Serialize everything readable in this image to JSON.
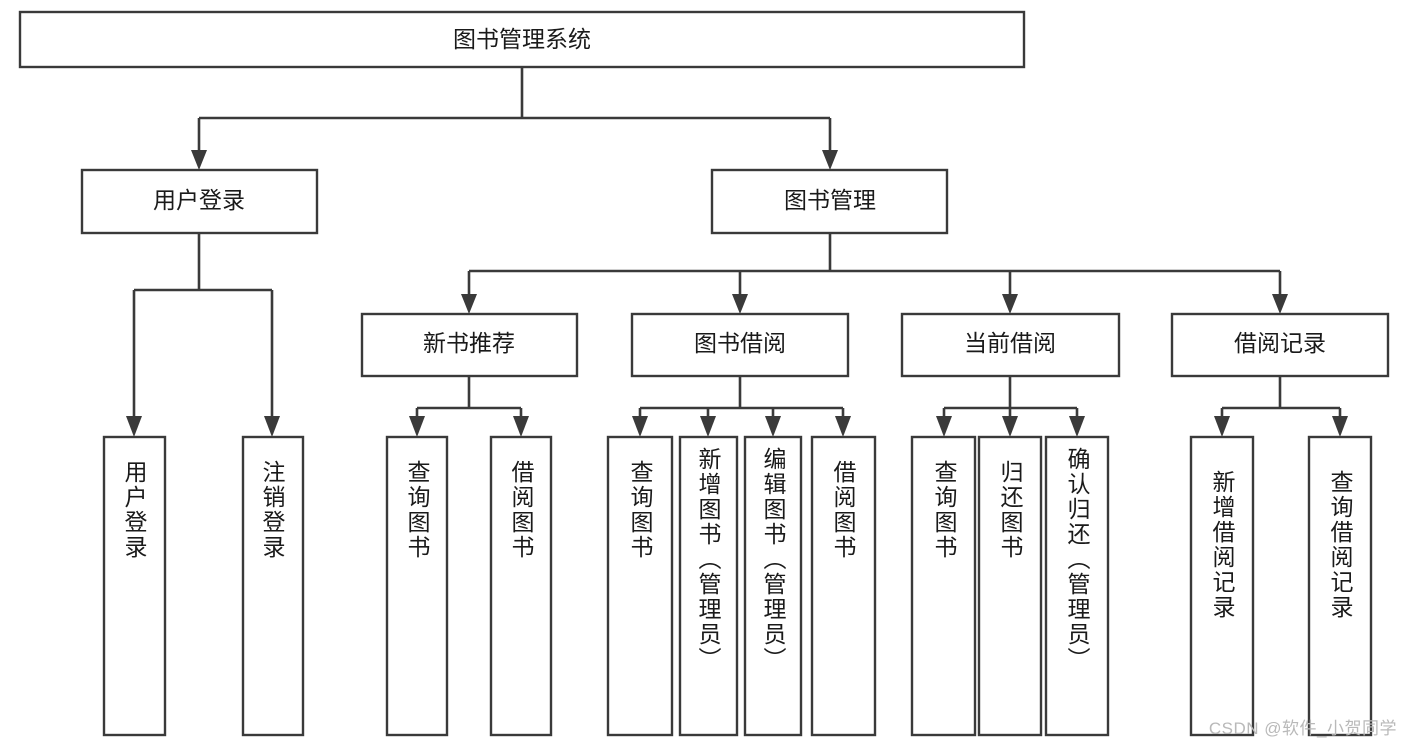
{
  "diagram": {
    "title": "图书管理系统",
    "type": "tree-hierarchy",
    "orientation": "top-down",
    "theme": {
      "background": "#ffffff",
      "box_fill": "#ffffff",
      "box_stroke": "#3a3a3a",
      "connector_stroke": "#3a3a3a",
      "text_color": "#1a1a1a",
      "watermark_color": "#b9b9b9"
    },
    "root": {
      "label": "图书管理系统"
    },
    "level2": [
      {
        "label": "用户登录"
      },
      {
        "label": "图书管理"
      }
    ],
    "level3": [
      {
        "label": "新书推荐"
      },
      {
        "label": "图书借阅"
      },
      {
        "label": "当前借阅"
      },
      {
        "label": "借阅记录"
      }
    ],
    "leaves": {
      "user_login": [
        {
          "label": "用户登录"
        },
        {
          "label": "注销登录"
        }
      ],
      "new_book_recommend": [
        {
          "label": "查询图书"
        },
        {
          "label": "借阅图书"
        }
      ],
      "book_borrow": [
        {
          "label": "查询图书"
        },
        {
          "label": "新增图书（管理员）"
        },
        {
          "label": "编辑图书（管理员）"
        },
        {
          "label": "借阅图书"
        }
      ],
      "current_borrow": [
        {
          "label": "查询图书"
        },
        {
          "label": "归还图书"
        },
        {
          "label": "确认归还（管理员）"
        }
      ],
      "borrow_record": [
        {
          "label": "新增借阅记录"
        },
        {
          "label": "查询借阅记录"
        }
      ]
    }
  },
  "watermark": {
    "text": "CSDN @软件_小贺同学"
  }
}
